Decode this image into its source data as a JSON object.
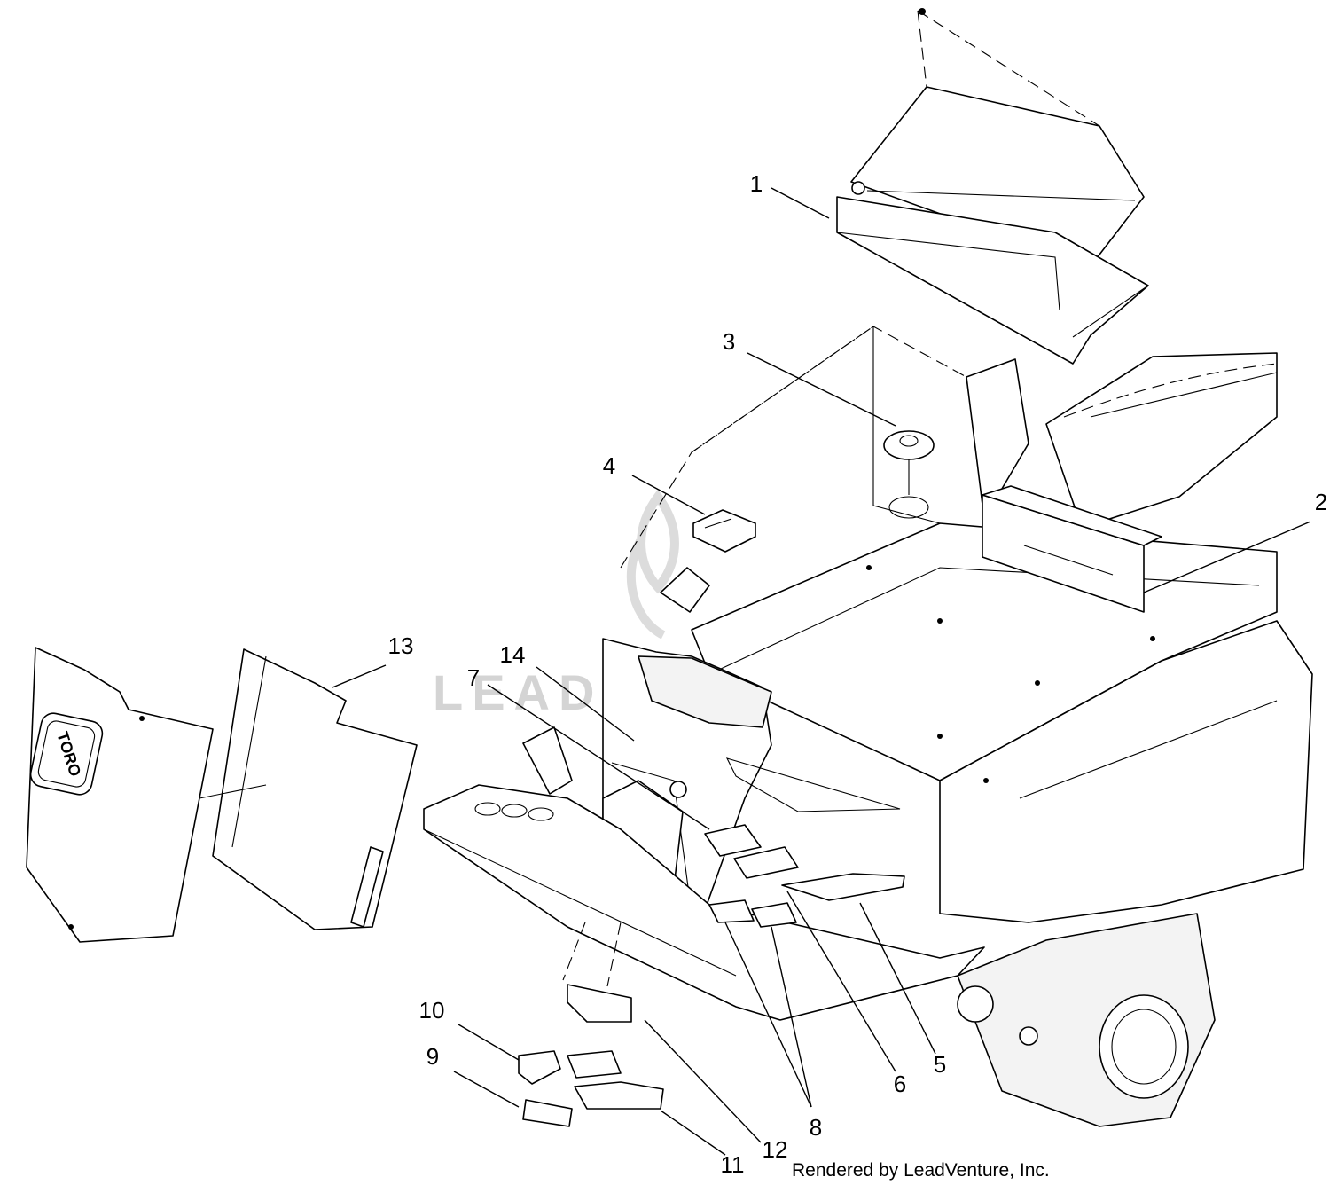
{
  "watermark": "LEADVENTURE",
  "credit": "Rendered by LeadVenture, Inc.",
  "logo_text": "TORO",
  "callouts": [
    {
      "id": "1",
      "label": "1"
    },
    {
      "id": "2",
      "label": "2"
    },
    {
      "id": "3",
      "label": "3"
    },
    {
      "id": "4",
      "label": "4"
    },
    {
      "id": "5",
      "label": "5"
    },
    {
      "id": "6",
      "label": "6"
    },
    {
      "id": "7",
      "label": "7"
    },
    {
      "id": "8",
      "label": "8"
    },
    {
      "id": "9",
      "label": "9"
    },
    {
      "id": "10",
      "label": "10"
    },
    {
      "id": "11",
      "label": "11"
    },
    {
      "id": "12",
      "label": "12"
    },
    {
      "id": "13",
      "label": "13"
    },
    {
      "id": "14",
      "label": "14"
    }
  ]
}
